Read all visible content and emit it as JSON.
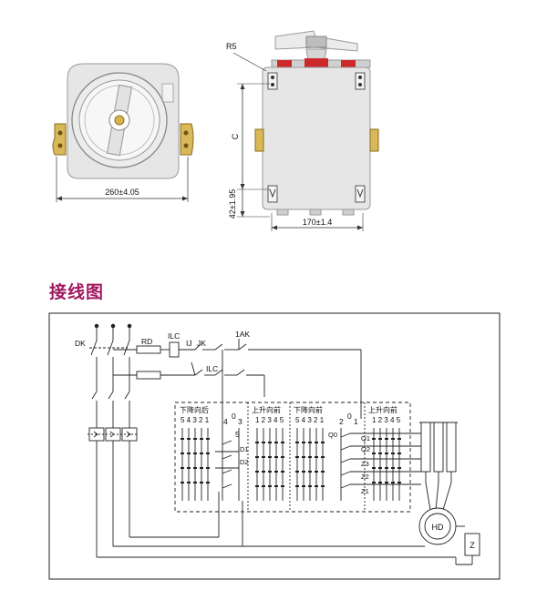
{
  "section_title": "接线图",
  "dimensions": {
    "front_width": "260±4.05",
    "side_width": "170±1.4",
    "side_bottom": "42±1.95",
    "side_height": "C",
    "corner_radius": "R5"
  },
  "wiring": {
    "dk": "DK",
    "rd": "RD",
    "ilc_top": "ILC",
    "ij": "IJ",
    "jk": "JK",
    "ilc_mid": "ILC",
    "one_ak": "1AK",
    "group_down_rear_1": "下降向后",
    "group_up_front_1": "上升向前",
    "group_down_rear_2": "下降向前",
    "group_up_front_2": "上升向前",
    "nums_5to1_a": "5 4 3 2 1",
    "nums_1to5_a": "1 2 3 4 5",
    "nums_5to1_b": "5 4 3 2 1",
    "nums_1to5_b": "1 2 3 4 5",
    "c_4": "4",
    "c_0a": "0",
    "c_3": "3",
    "c_5": "5",
    "c_2": "2",
    "c_0b": "0",
    "c_1": "1",
    "q0": "Q0",
    "d1": "D1",
    "d2": "D2",
    "q1": "Q1",
    "q2": "Q2",
    "z3": "Z3",
    "z2": "Z2",
    "z1": "Z1",
    "motor": "HD",
    "brake": "Z"
  },
  "colors": {
    "title": "#a0185f",
    "accent_red": "#cc2a2a",
    "body_gray": "#e6e6e6"
  }
}
